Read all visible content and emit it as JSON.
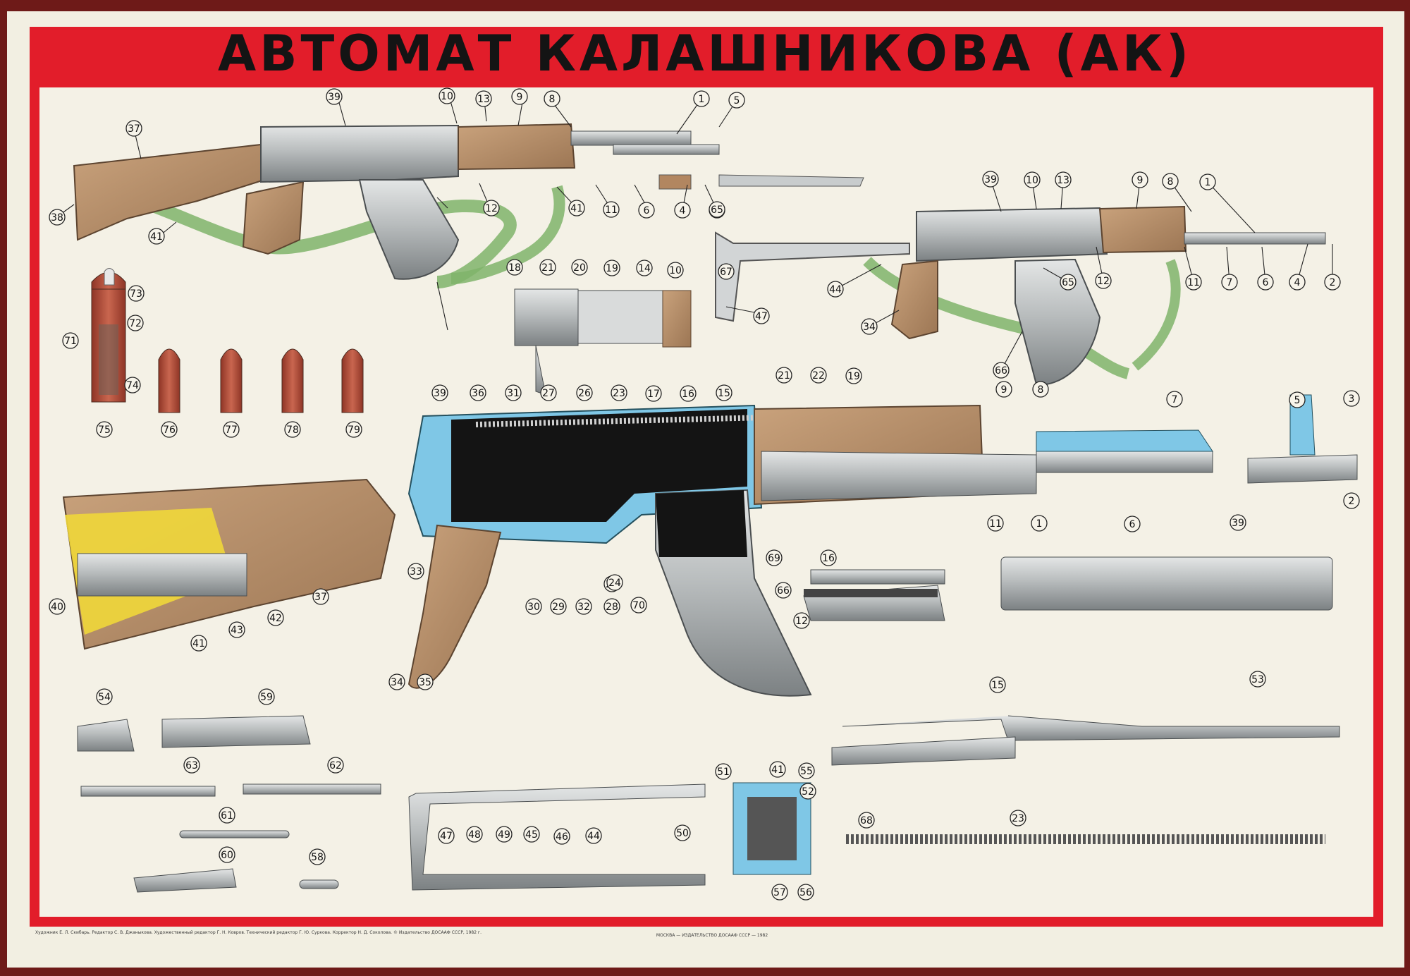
{
  "title": "АВТОМАТ КАЛАШНИКОВА (АК)",
  "footer": {
    "credits": "Художник Е. Л. Скибарь. Редактор С. В. Джаныкова. Художественный редактор Г. Н. Ковров. Технический редактор Г. Ю. Суркова. Корректор Н. Д. Соколова. © Издательство ДОСААФ СССР, 1982 г.",
    "publisher": "МОСКВА — ИЗДАТЕЛЬСТВО ДОСААФ СССР — 1982"
  },
  "colors": {
    "frame": "#e21d2a",
    "paper": "#f4f1e6",
    "wood": "#b08a64",
    "steel": "#a9adb0",
    "cutaway_blue": "#7fc7e6",
    "cutaway_yellow": "#f2dc3c",
    "sling_green": "#8fc47a",
    "cartridge_red": "#b8503e"
  },
  "callouts": {
    "fixed_stock_rifle": [
      "39",
      "10",
      "13",
      "9",
      "8",
      "1",
      "5",
      "37",
      "38",
      "41",
      "12",
      "11",
      "6",
      "4",
      "64",
      "65",
      "67",
      "41"
    ],
    "folding_stock_rifle": [
      "39",
      "10",
      "13",
      "9",
      "8",
      "1",
      "44",
      "47",
      "34",
      "65",
      "12",
      "11",
      "7",
      "6",
      "4",
      "2",
      "66"
    ],
    "cartridges": [
      "73",
      "72",
      "71",
      "74",
      "75",
      "76",
      "77",
      "78",
      "79"
    ],
    "bolt_section": [
      "18",
      "21",
      "20",
      "19",
      "14",
      "10"
    ],
    "cutaway": [
      "39",
      "36",
      "31",
      "27",
      "26",
      "23",
      "17",
      "16",
      "15",
      "21",
      "22",
      "19",
      "9",
      "8",
      "7",
      "40",
      "43",
      "42",
      "37",
      "41",
      "33",
      "34",
      "35",
      "30",
      "29",
      "32",
      "28",
      "25",
      "24",
      "70",
      "69",
      "66",
      "12",
      "11",
      "1",
      "6"
    ],
    "front_sight": [
      "5",
      "3",
      "2"
    ],
    "parts": [
      "16",
      "39",
      "15",
      "53",
      "68",
      "23",
      "54",
      "59",
      "63",
      "62",
      "61",
      "60",
      "58",
      "47",
      "48",
      "49",
      "45",
      "46",
      "44",
      "51",
      "41",
      "55",
      "52",
      "50",
      "57",
      "56"
    ]
  },
  "icons": [
    "akm-rifle-fixed-stock-drawing",
    "akm-rifle-folding-stock-drawing",
    "cutaway-drawing",
    "cartridge-drawing",
    "bullet-drawing"
  ]
}
